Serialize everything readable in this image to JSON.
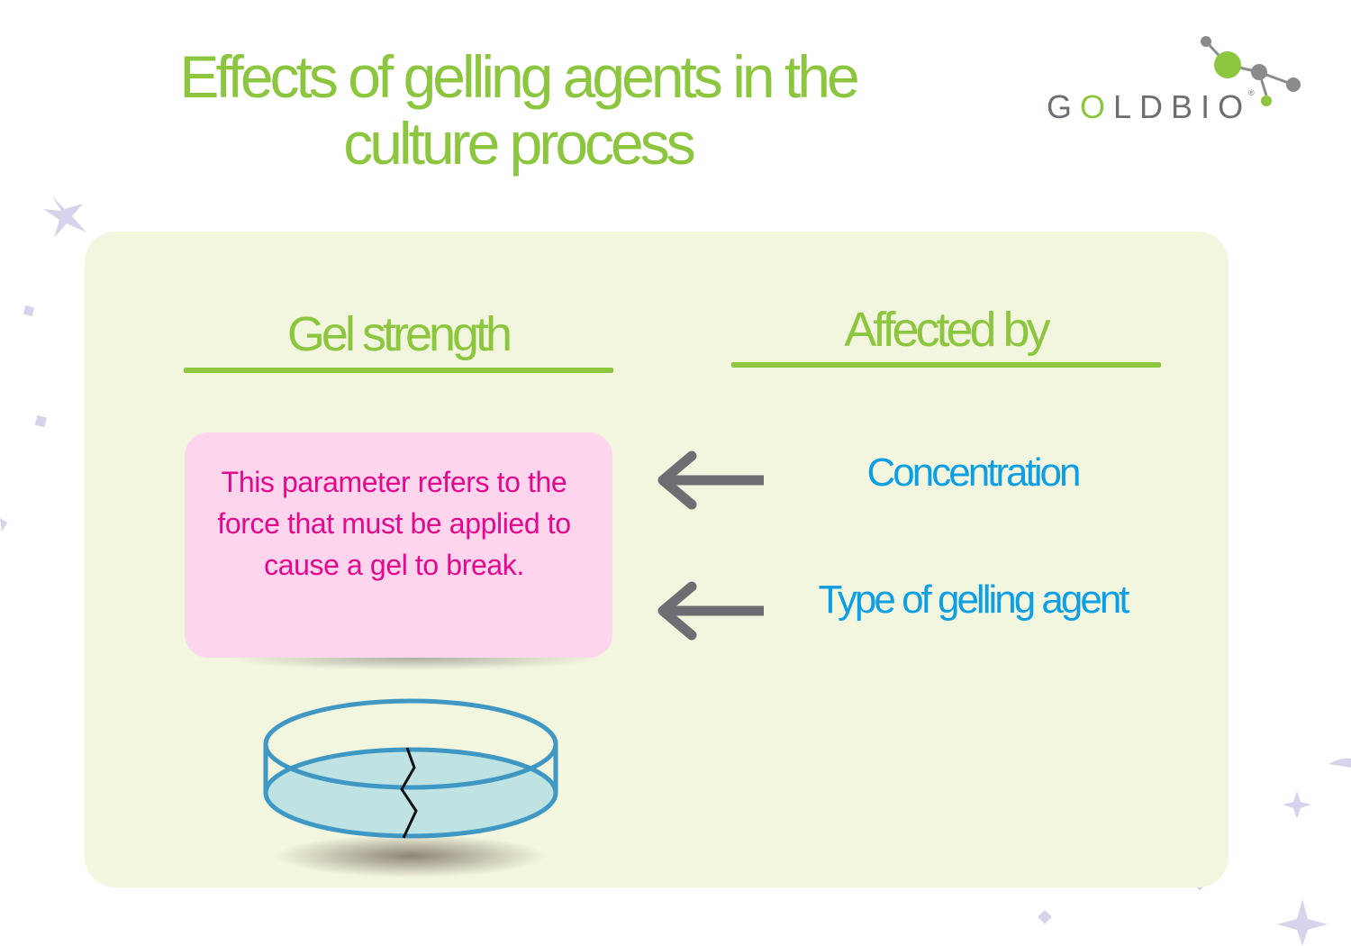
{
  "title": {
    "line1": "Effects of gelling agents in the",
    "line2": "culture process"
  },
  "logo": {
    "prefix": "G",
    "o": "O",
    "suffix": "LDBIO",
    "registered": "®"
  },
  "left_column": {
    "heading": "Gel strength",
    "definition": "This parameter refers to the force that must be applied to cause a gel to break."
  },
  "right_column": {
    "heading": "Affected by",
    "factors": [
      "Concentration",
      "Type of gelling agent"
    ]
  },
  "colors": {
    "accent_green": "#8cc63f",
    "panel_bg": "#f3f6de",
    "card_bg": "#fdd6ee",
    "card_text": "#e5088c",
    "factor_text": "#0d9ee3",
    "arrow": "#6d6e71",
    "dish_stroke": "#3f97c4",
    "dish_fill": "#bfe3e3"
  },
  "icons": [
    "left-arrow-icon",
    "petri-dish-icon",
    "gold-bio-molecule-icon",
    "sparkle-icon"
  ]
}
